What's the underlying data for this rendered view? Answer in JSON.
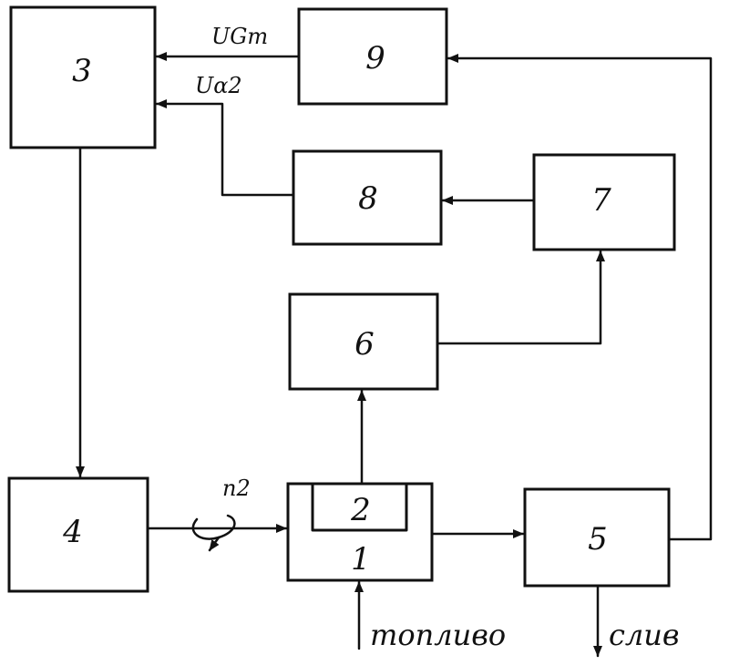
{
  "blocks": {
    "b1": "1",
    "b2": "2",
    "b3": "3",
    "b4": "4",
    "b5": "5",
    "b6": "6",
    "b7": "7",
    "b8": "8",
    "b9": "9"
  },
  "signals": {
    "u_g": "UGт",
    "u_a": "Uα2",
    "n2": "n2"
  },
  "flows": {
    "fuel": "топливо",
    "drain": "слив"
  }
}
